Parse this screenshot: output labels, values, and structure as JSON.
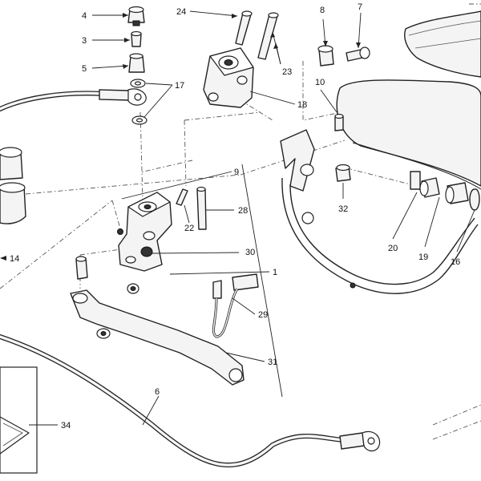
{
  "callouts": {
    "c1": "1",
    "c3": "3",
    "c4": "4",
    "c5": "5",
    "c6": "6",
    "c7": "7",
    "c8": "8",
    "c9": "9",
    "c10": "10",
    "c14": "14",
    "c16": "16",
    "c17": "17",
    "c18": "18",
    "c19": "19",
    "c20": "20",
    "c22": "22",
    "c23": "23",
    "c24": "24",
    "c28": "28",
    "c29": "29",
    "c30": "30",
    "c31": "31",
    "c32": "32",
    "c34": "34"
  }
}
